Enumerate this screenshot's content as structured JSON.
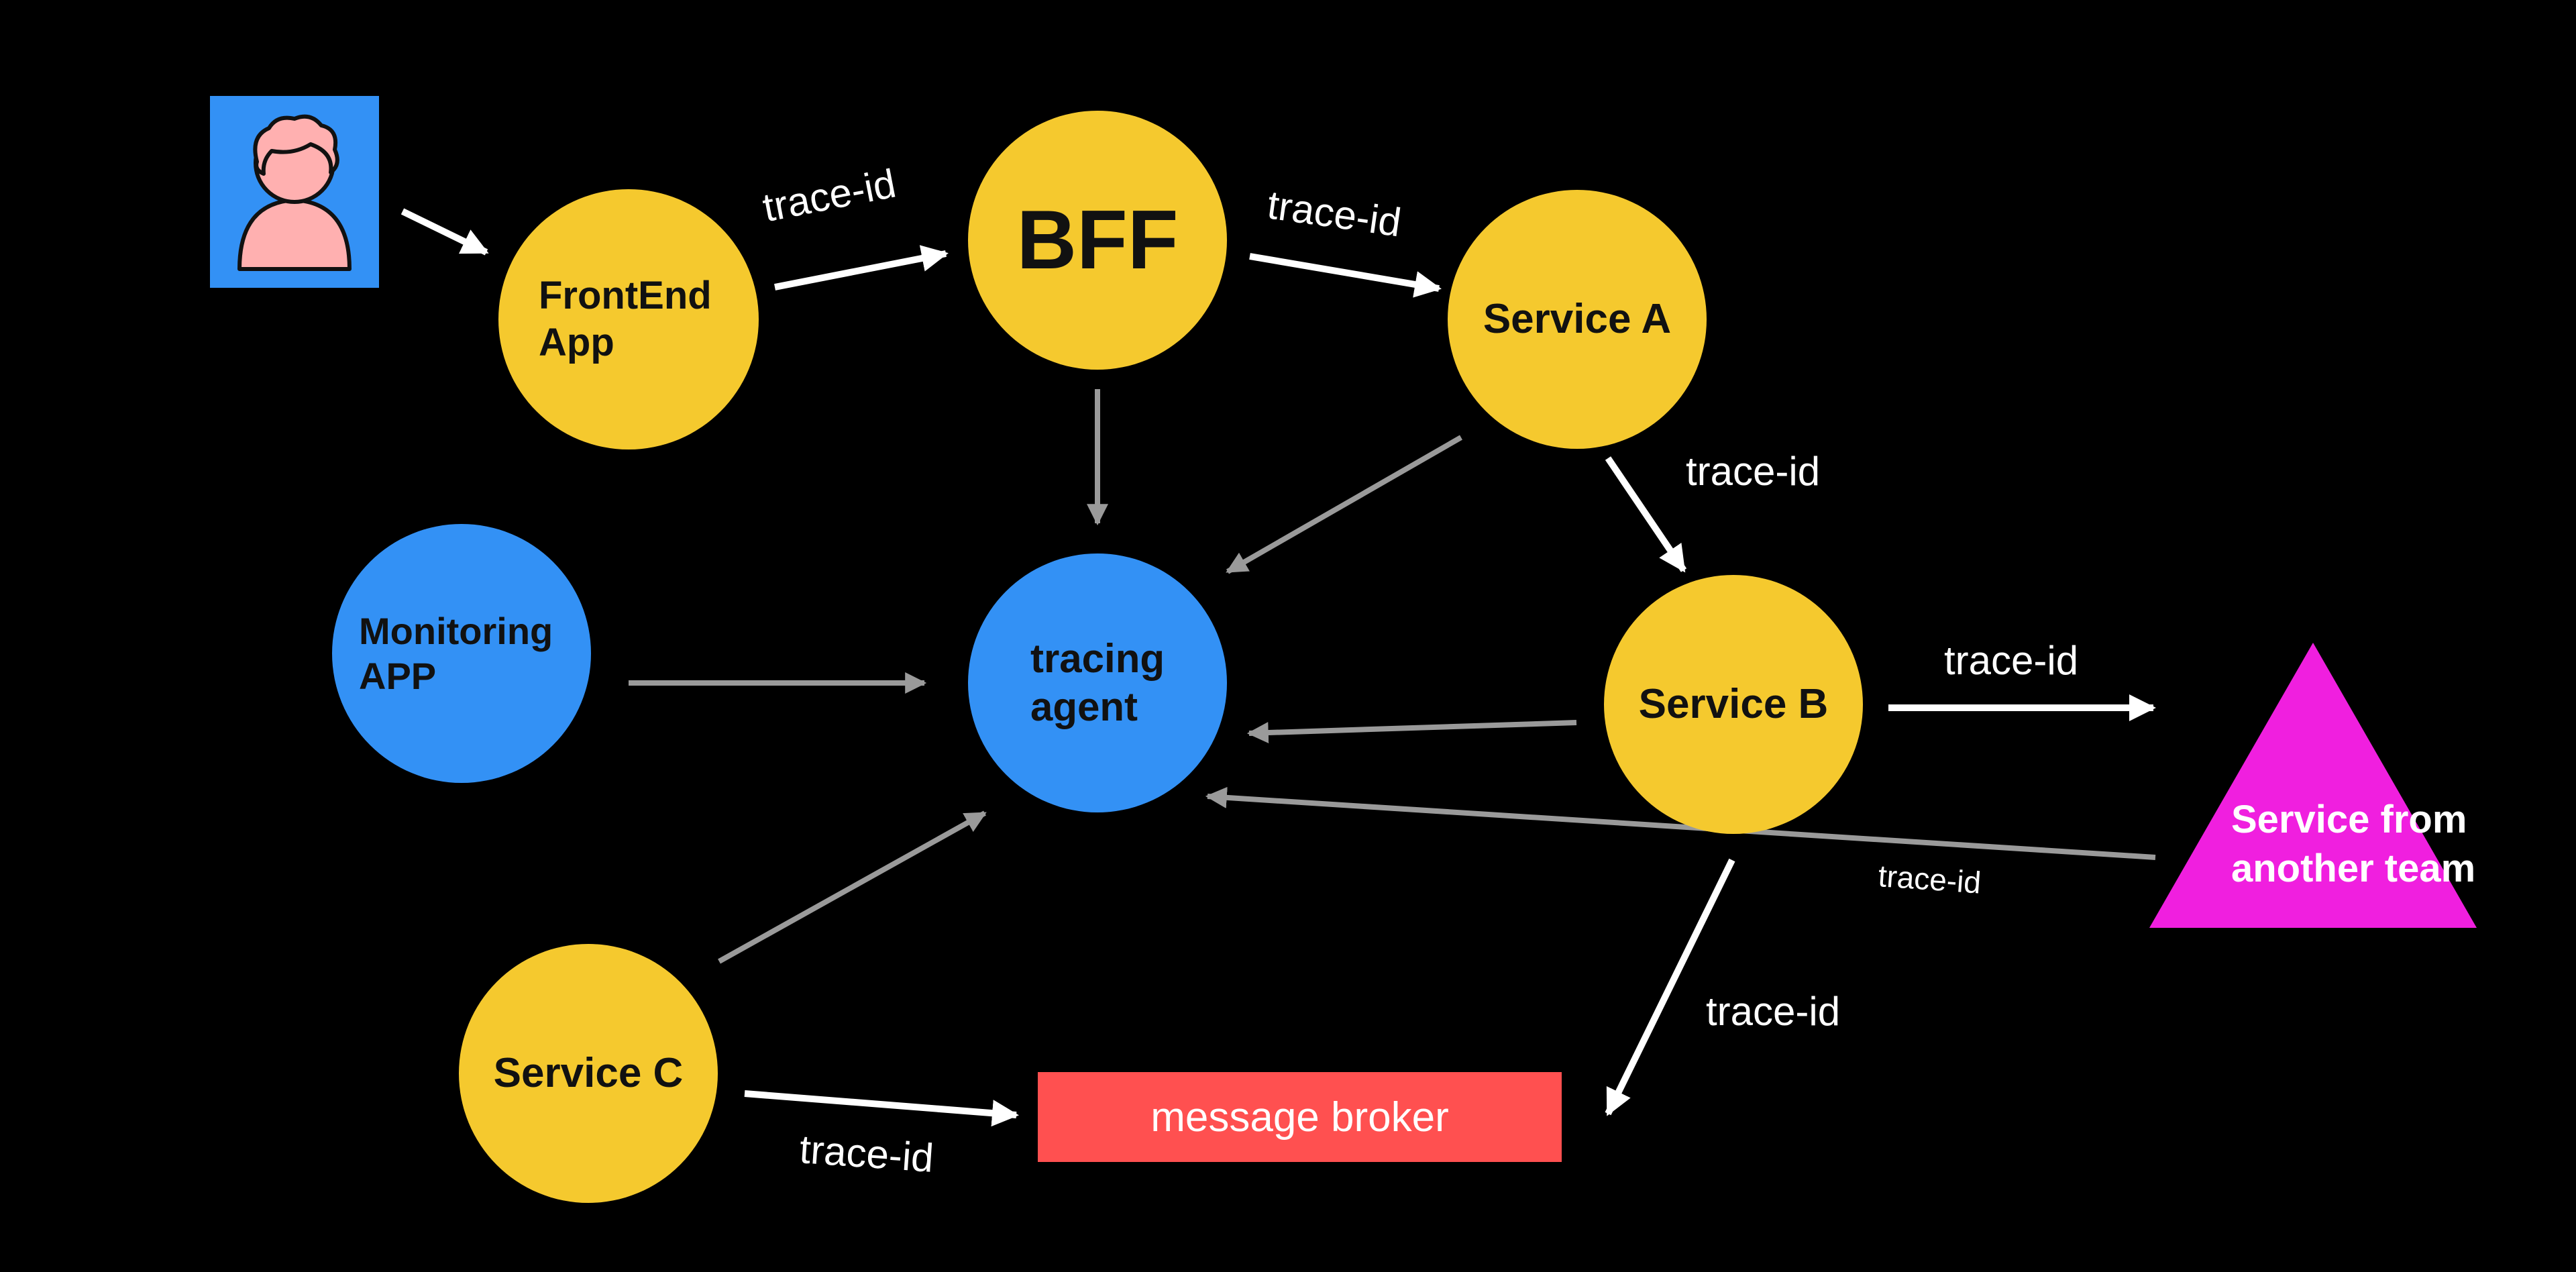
{
  "colors": {
    "background": "#000000",
    "service_node": "#F5C92E",
    "tooling_node": "#3391F5",
    "broker": "#FF5050",
    "external_team": "#F01FDF",
    "user_avatar_bg": "#3391F5",
    "user_avatar_figure": "#FFB0B0",
    "request_arrow": "#FFFFFF",
    "tracing_arrow": "#9A9A9A"
  },
  "icons": {
    "user": "person-avatar-icon"
  },
  "nodes": {
    "frontend": "FrontEnd\nApp",
    "bff": "BFF",
    "service_a": "Service A",
    "service_b": "Service B",
    "service_c": "Service C",
    "monitoring": "Monitoring\nAPP",
    "tracing_agent": "tracing\nagent",
    "message_broker": "message broker",
    "external_service": "Service from\nanother team"
  },
  "edge_labels": {
    "frontend_to_bff": "trace-id",
    "bff_to_service_a": "trace-id",
    "service_a_to_service_b": "trace-id",
    "service_b_to_external": "trace-id",
    "external_to_tracing": "trace-id",
    "service_b_to_broker": "trace-id",
    "service_c_to_broker": "trace-id"
  }
}
